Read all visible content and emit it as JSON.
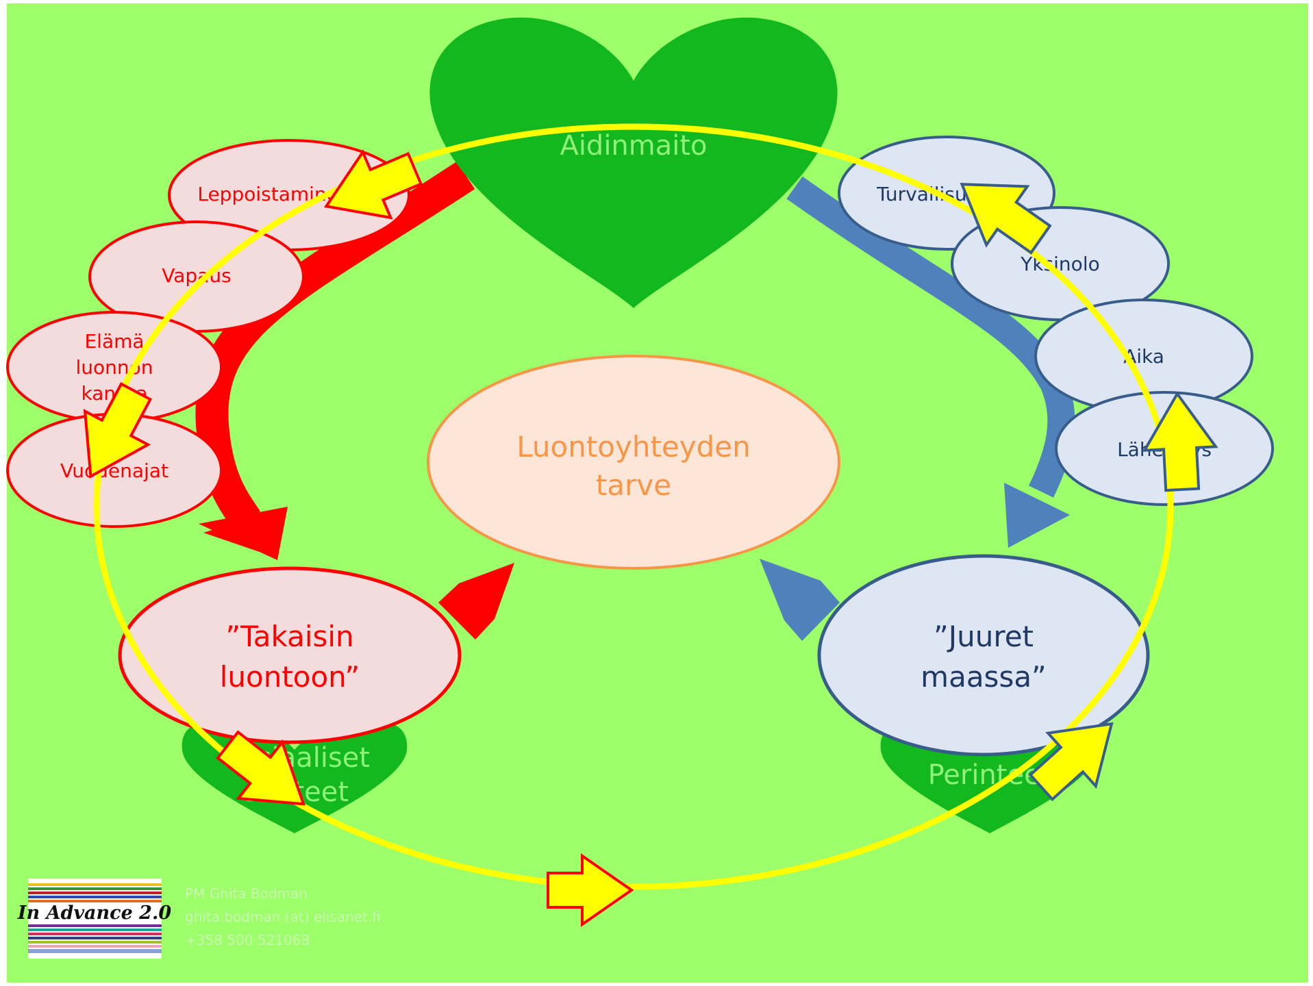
{
  "colors": {
    "background": "#9dff69",
    "heart_green": "#12b81e",
    "heart_text": "#8ff27a",
    "red": "#ff0000",
    "red_bubble_fill": "#f4dcdc",
    "blue": "#4f81bd",
    "blue_dark": "#385d8a",
    "blue_bubble_fill": "#dde6f2",
    "blue_text": "#1f3864",
    "yellow": "#ffff00",
    "center_fill": "#fde6d8",
    "center_border": "#f79646",
    "center_text": "#f79646",
    "footer_text": "#c9ffb0"
  },
  "hearts": {
    "top": "Aidinmaito",
    "left": [
      "Sosiaaliset",
      "suhteet"
    ],
    "right": "Perinteet"
  },
  "center": [
    "Luontoyhteyden",
    "tarve"
  ],
  "left_bubbles": [
    {
      "lines": [
        "Leppoistaminen"
      ]
    },
    {
      "lines": [
        "Vapaus"
      ]
    },
    {
      "lines": [
        "Elämä",
        "luonnon",
        "kanssa"
      ]
    },
    {
      "lines": [
        "Vuodenajat"
      ]
    }
  ],
  "right_bubbles": [
    {
      "lines": [
        "Turvallisuus"
      ]
    },
    {
      "lines": [
        "Yksinolo"
      ]
    },
    {
      "lines": [
        "Aika"
      ]
    },
    {
      "lines": [
        "Läheisyys"
      ]
    }
  ],
  "left_main": [
    "”Takaisin",
    "luontoon”"
  ],
  "right_main": [
    "”Juuret",
    "maassa”"
  ],
  "logo": {
    "text": "In Advance 2.0"
  },
  "footer": {
    "name": "PM Ghita Bodman",
    "email": "ghita.bodman (at) elisanet.fi",
    "phone": "+358 500 521068"
  }
}
